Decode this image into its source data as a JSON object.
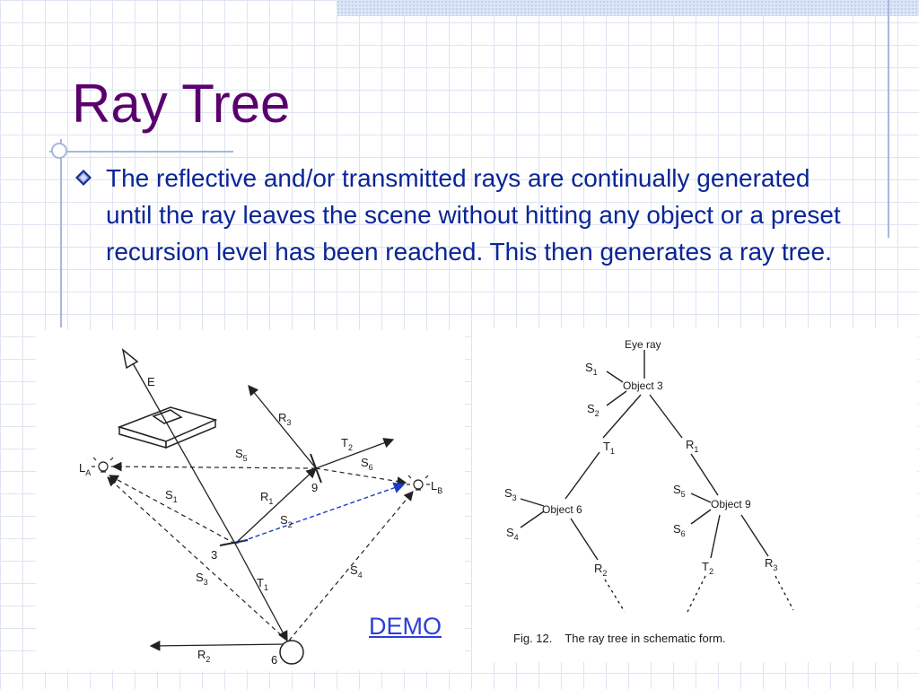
{
  "title": "Ray Tree",
  "bullet": {
    "icon": "diamond-bullet-icon",
    "text": "The reflective and/or transmitted rays are continually generated until the ray leaves the scene without hitting any object or a preset recursion level has been reached. This then generates a ray tree."
  },
  "scene": {
    "labels": {
      "eye": "E",
      "light_a": "L",
      "light_a_sub": "A",
      "light_b": "L",
      "light_b_sub": "B",
      "s1": "S",
      "s1_sub": "1",
      "s2": "S",
      "s2_sub": "2",
      "s3": "S",
      "s3_sub": "3",
      "s4": "S",
      "s4_sub": "4",
      "s5": "S",
      "s5_sub": "5",
      "s6": "S",
      "s6_sub": "6",
      "r1": "R",
      "r1_sub": "1",
      "r2": "R",
      "r2_sub": "2",
      "r3": "R",
      "r3_sub": "3",
      "t1": "T",
      "t1_sub": "1",
      "t2": "T",
      "t2_sub": "2",
      "obj3": "3",
      "obj6": "6",
      "obj9": "9"
    }
  },
  "tree": {
    "root": "Eye ray",
    "object3": "Object 3",
    "object6": "Object 6",
    "object9": "Object 9",
    "s1": "S",
    "s1_sub": "1",
    "s2": "S",
    "s2_sub": "2",
    "s3": "S",
    "s3_sub": "3",
    "s4": "S",
    "s4_sub": "4",
    "s5": "S",
    "s5_sub": "5",
    "s6": "S",
    "s6_sub": "6",
    "t1": "T",
    "t1_sub": "1",
    "t2": "T",
    "t2_sub": "2",
    "r1": "R",
    "r1_sub": "1",
    "r2": "R",
    "r2_sub": "2",
    "r3": "R",
    "r3_sub": "3",
    "caption_prefix": "Fig. 12.",
    "caption_text": "The ray tree in schematic form."
  },
  "demo_link": "DEMO",
  "colors": {
    "title": "#5a006e",
    "body_text": "#0a2596",
    "grid": "#dfe4f2",
    "accent_line": "#a9b6dc",
    "demo_link": "#2b3fd6",
    "shadow_ray_blue": "#1a3dbf"
  }
}
